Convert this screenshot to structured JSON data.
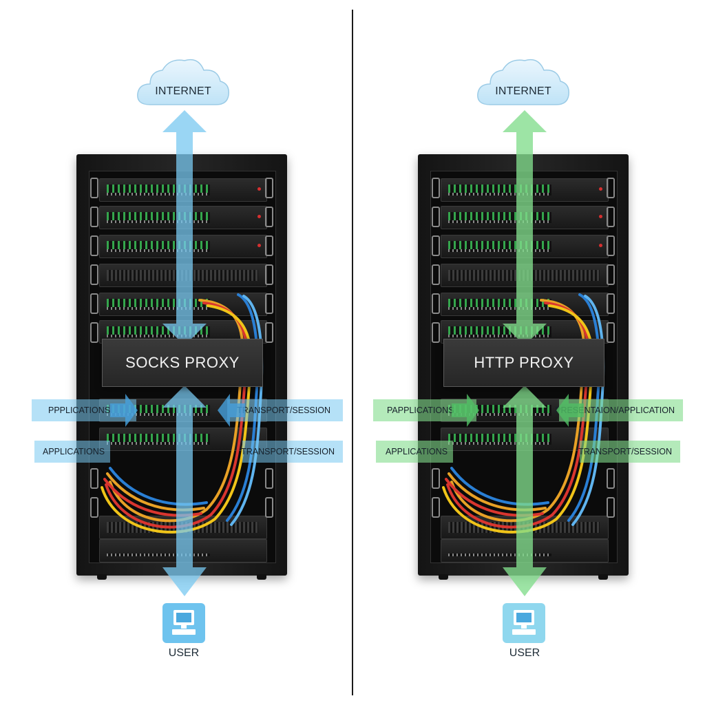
{
  "panels": {
    "left": {
      "internet_label": "INTERNET",
      "proxy_label": "SOCKS PROXY",
      "row1_left": "PPPLICATIONS",
      "row1_right": "TRANSPORT/SESSION",
      "row2_left": "APPLICATIONS",
      "row2_right": "TRANSPORT/SESSION",
      "user_label": "USER",
      "accent_color": "#7cc8ef"
    },
    "right": {
      "internet_label": "INTERNET",
      "proxy_label": "HTTP PROXY",
      "row1_left": "PAPPLICATIONS",
      "row1_right": "PRESENTAION/APPLICATION",
      "row2_left": "APPLICATIONS",
      "row2_right": "TRANSPORT/SESSION",
      "user_label": "USER",
      "accent_color": "#8edc95"
    }
  },
  "icons": {
    "cloud": "cloud-icon",
    "user": "computer-user-icon",
    "arrow": "arrow-icon"
  }
}
